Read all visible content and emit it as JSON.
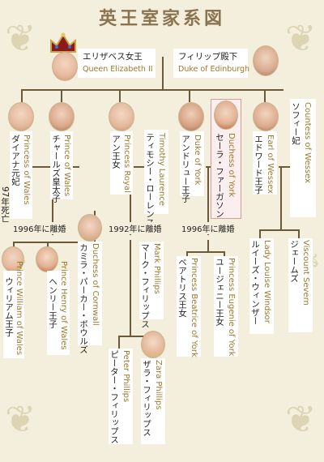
{
  "title": "英王室家系図",
  "people": {
    "queen": {
      "ja": "エリザベス女王",
      "en": "Queen Elizabeth II"
    },
    "philip": {
      "ja": "フィリップ殿下",
      "en": "Duke of Edinburgh"
    },
    "diana": {
      "en": "Princess of Wales",
      "ja": "ダイアナ元妃",
      "note": "97年死亡"
    },
    "charles": {
      "en": "Prince of Wales",
      "ja": "チャールズ皇太子"
    },
    "anne": {
      "en": "Princess Royal",
      "ja": "アン王女"
    },
    "timothy": {
      "en": "Timothy Laurence",
      "ja": "ティモシー・ローレンス"
    },
    "andrew": {
      "en": "Duke of York",
      "ja": "アンドリュー王子"
    },
    "sarah": {
      "en": "Duchess of York",
      "ja": "セーラ・ファーガソン"
    },
    "edward": {
      "en": "Earl of Wessex",
      "ja": "エドワード王子"
    },
    "sophie": {
      "en": "Countess of Wessex",
      "ja": "ソフィー妃"
    },
    "william": {
      "en": "Prince William of Wales",
      "ja": "ウィリアム王子"
    },
    "harry": {
      "en": "Prince Henry of Wales",
      "ja": "ヘンリー王子"
    },
    "camilla": {
      "en": "Duchess of Cornwall",
      "ja": "カミラ・パーカー・ボウルズ"
    },
    "mark": {
      "en": "Mark Phillips",
      "ja": "マーク・フィリップス"
    },
    "beatrice": {
      "en": "Princess Beatrice of York",
      "ja": "ベアトリス王女"
    },
    "eugenie": {
      "en": "Princess Eugenie of York",
      "ja": "ユージェニー王女"
    },
    "louise": {
      "en": "Lady Louise Windsor",
      "ja": "ルイーズ・ウィンザー"
    },
    "james": {
      "en": "Viscount Severn",
      "ja": "ジェームズ"
    },
    "peter": {
      "en": "Peter Phillips",
      "ja": "ピーター・フィリップス"
    },
    "zara": {
      "en": "Zara Phillips",
      "ja": "ザラ・フィリップス"
    }
  },
  "divorces": {
    "charles": "1996年に離婚",
    "anne": "1992年に離婚",
    "andrew": "1996年に離婚"
  }
}
